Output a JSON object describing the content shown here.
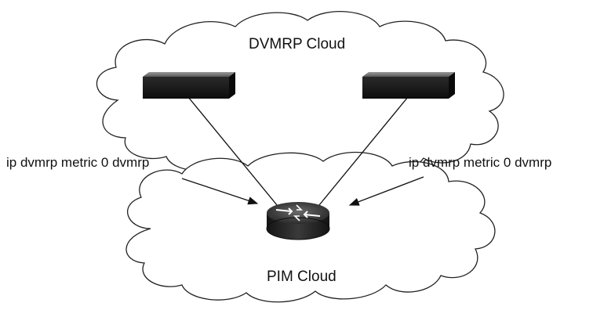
{
  "clouds": {
    "top_title": "DVMRP Cloud",
    "bottom_title": "PIM Cloud"
  },
  "callouts": {
    "left_command": "ip dvmrp metric 0 dvmrp",
    "right_command": "ip dvmrp metric 0 dvmrp"
  },
  "devices": {
    "top_left": "router-box-icon",
    "top_right": "router-box-icon",
    "center": "router-cylinder-icon"
  },
  "colors": {
    "cloud_stroke": "#222222",
    "device_dark": "#1a1a1a",
    "device_mid": "#7a7a7a",
    "line": "#111111",
    "background": "#ffffff"
  }
}
